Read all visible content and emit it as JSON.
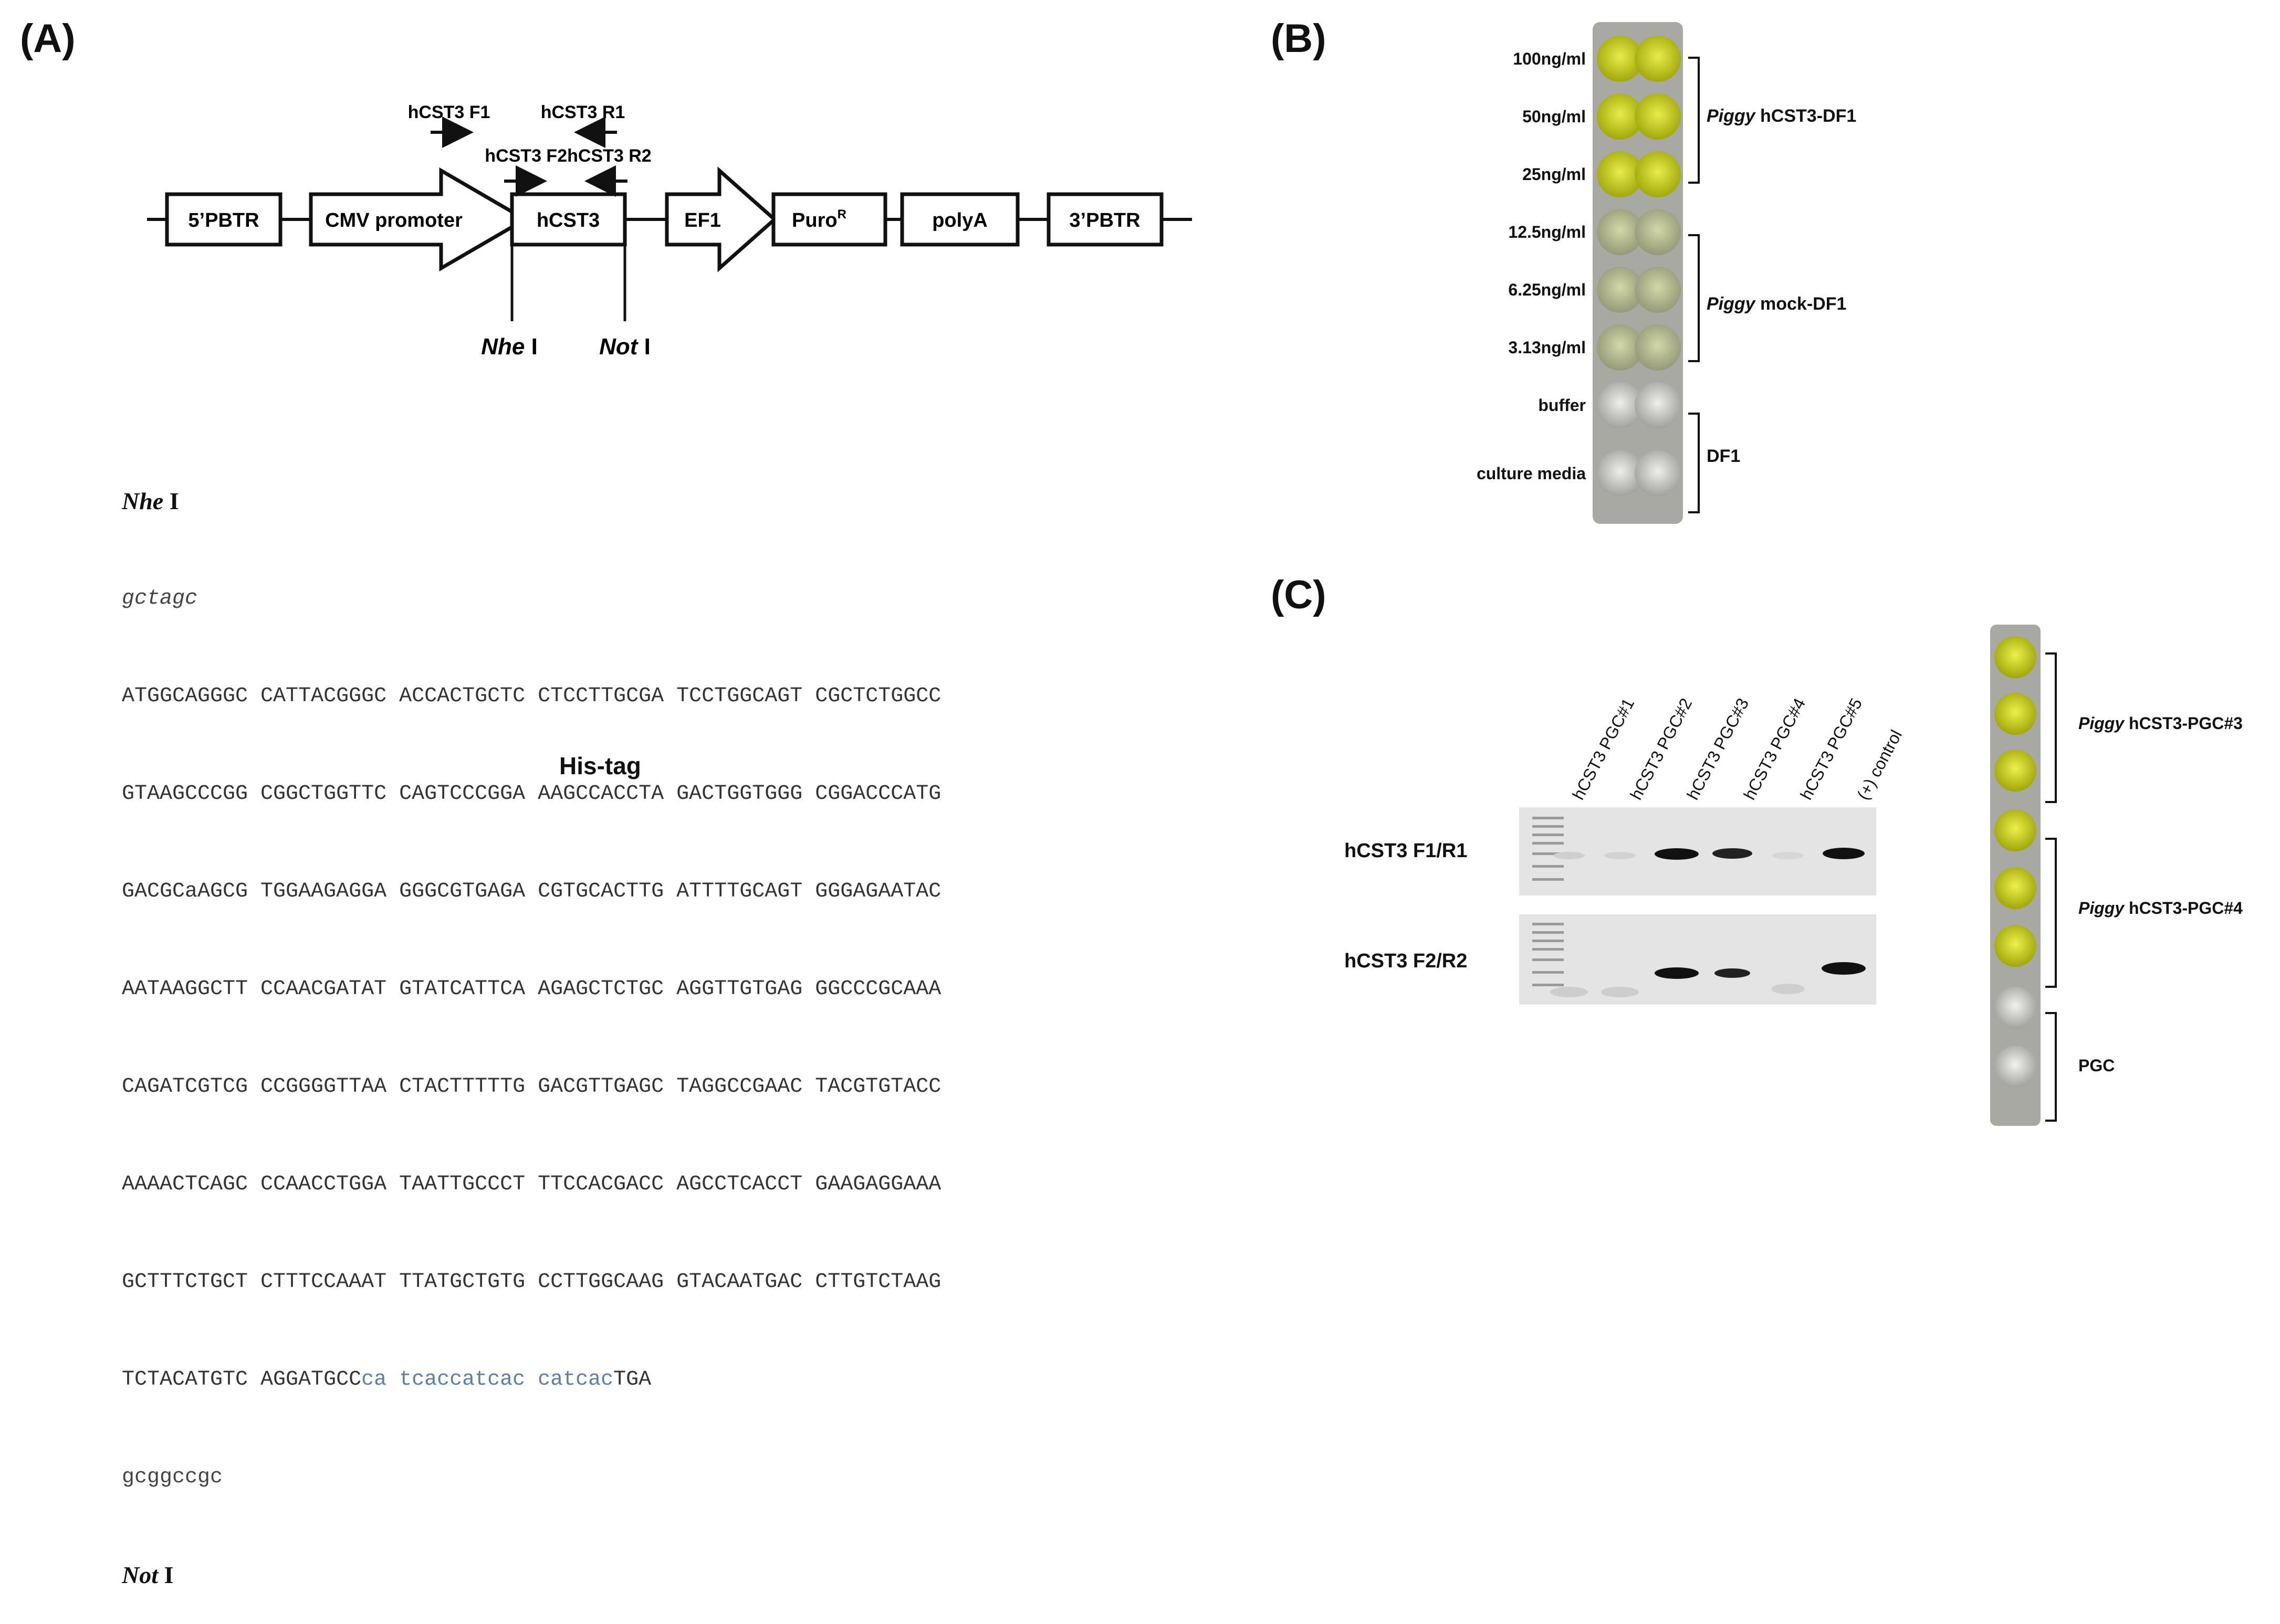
{
  "panels": {
    "a": "(A)",
    "b": "(B)",
    "c": "(C)"
  },
  "construct": {
    "primers": {
      "f1": "hCST3  F1",
      "r1": "hCST3  R1",
      "f2r2": "hCST3  F2hCST3  R2"
    },
    "boxes": {
      "pbtr5": "5’PBTR",
      "cmv": "CMV promoter",
      "hcst3": "hCST3",
      "ef1": "EF1",
      "puro": "Puro",
      "puro_sup": "R",
      "polya": "polyA",
      "pbtr3": "3’PBTR"
    },
    "enzymes": {
      "nhe": "Nhe",
      "nhe_numeral": "I",
      "not": "Not",
      "not_numeral": "I"
    }
  },
  "sequence": {
    "nhe_label": "Nhe",
    "nhe_numeral": "I",
    "site_start": "gctagc",
    "lines": [
      "ATGGCAGGGC CATTACGGGC ACCACTGCTC CTCCTTGCGA TCCTGGCAGT CGCTCTGGCC",
      "GTAAGCCCGG CGGCTGGTTC CAGTCCCGGA AAGCCACCTA GACTGGTGGG CGGACCCATG",
      "GACGCaAGCG TGGAAGAGGA GGGCGTGAGA CGTGCACTTG ATTTTGCAGT GGGAGAATAC",
      "AATAAGGCTT CCAACGATAT GTATCATTCA AGAGCTCTGC AGGTTGTGAG GGCCCGCAAA",
      "CAGATCGTCG CCGGGGTTAA CTACTTTTTG GACGTTGAGC TAGGCCGAAC TACGTGTACC",
      "AAAACTCAGC CCAACCTGGA TAATTGCCCT TTCCACGACC AGCCTCACCT GAAGAGGAAA",
      "GCTTTCTGCT CTTTCCAAAT TTATGCTGTG CCTTGGCAAG GTACAATGAC CTTGTCTAAG"
    ],
    "last_line_black": "TCTACATGTC AGGATGCC",
    "last_line_his": "ca tcaccatcac catcac",
    "last_line_stop": "TGA",
    "site_end": "gcggccgc",
    "not_label": "Not",
    "not_numeral": "I",
    "his_tag": "His-tag"
  },
  "elisa": {
    "concentrations": [
      "100ng/ml",
      "50ng/ml",
      "25ng/ml",
      "12.5ng/ml",
      "6.25ng/ml",
      "3.13ng/ml",
      "buffer",
      "culture media"
    ],
    "groups": [
      {
        "italic": "Piggy",
        "rest": " hCST3-DF1"
      },
      {
        "italic": "Piggy",
        "rest": " mock-DF1"
      },
      {
        "italic": "",
        "rest": "DF1"
      }
    ]
  },
  "gel": {
    "lanes": [
      "hCST3 PGC#1",
      "hCST3 PGC#2",
      "hCST3 PGC#3",
      "hCST3 PGC#4",
      "hCST3 PGC#5",
      "(+) control"
    ],
    "rows": [
      "hCST3  F1/R1",
      "hCST3  F2/R2"
    ]
  },
  "strip_c": {
    "groups": [
      {
        "italic": "Piggy",
        "rest": " hCST3-PGC#3"
      },
      {
        "italic": "Piggy",
        "rest": " hCST3-PGC#4"
      },
      {
        "italic": "",
        "rest": "PGC"
      }
    ]
  },
  "colors": {
    "his_tag_seq": "#5a7fa8",
    "yellow_well": "#d2d60a",
    "gel_bg": "#e6e6e6",
    "band": "#111111"
  }
}
